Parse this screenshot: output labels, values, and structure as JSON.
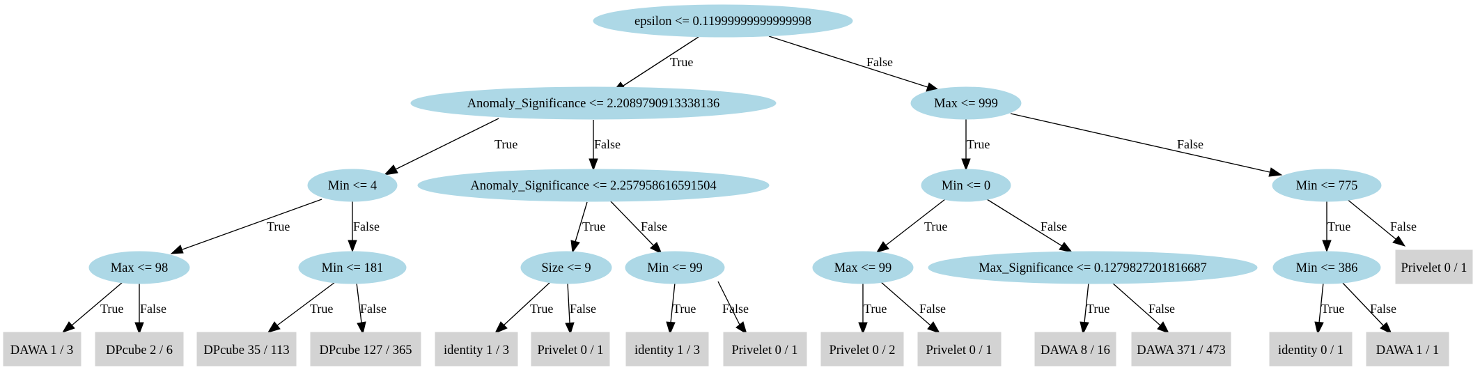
{
  "tree": {
    "nodes": {
      "root": "epsilon <= 0.11999999999999998",
      "n_anom1": "Anomaly_Significance <= 2.2089790913338136",
      "n_max999": "Max <= 999",
      "n_min4": "Min <= 4",
      "n_anom2": "Anomaly_Significance <= 2.257958616591504",
      "n_min0": "Min <= 0",
      "n_min775": "Min <= 775",
      "n_max98": "Max <= 98",
      "n_min181": "Min <= 181",
      "n_size9": "Size <= 9",
      "n_min99": "Min <= 99",
      "n_max99": "Max <= 99",
      "n_maxsig": "Max_Significance <= 0.1279827201816687",
      "n_min386": "Min <= 386"
    },
    "leaves": {
      "l_dawa_1_3": "DAWA 1 / 3",
      "l_dpcube_2_6": "DPcube 2 / 6",
      "l_dpcube_35_113": "DPcube 35 / 113",
      "l_dpcube_127_365": "DPcube 127 / 365",
      "l_identity_1_3_a": "identity 1 / 3",
      "l_privelet_0_1_a": "Privelet 0 / 1",
      "l_identity_1_3_b": "identity 1 / 3",
      "l_privelet_0_1_b": "Privelet 0 / 1",
      "l_privelet_0_2": "Privelet 0 / 2",
      "l_privelet_0_1_c": "Privelet 0 / 1",
      "l_dawa_8_16": "DAWA 8 / 16",
      "l_dawa_371_473": "DAWA 371 / 473",
      "l_identity_0_1": "identity 0 / 1",
      "l_dawa_1_1": "DAWA 1 / 1",
      "l_privelet_0_1_d": "Privelet 0 / 1"
    },
    "edge_labels": {
      "true": "True",
      "false": "False"
    },
    "colors": {
      "node_fill": "#add8e6",
      "leaf_fill": "#d3d3d3",
      "edge": "#000000"
    }
  }
}
